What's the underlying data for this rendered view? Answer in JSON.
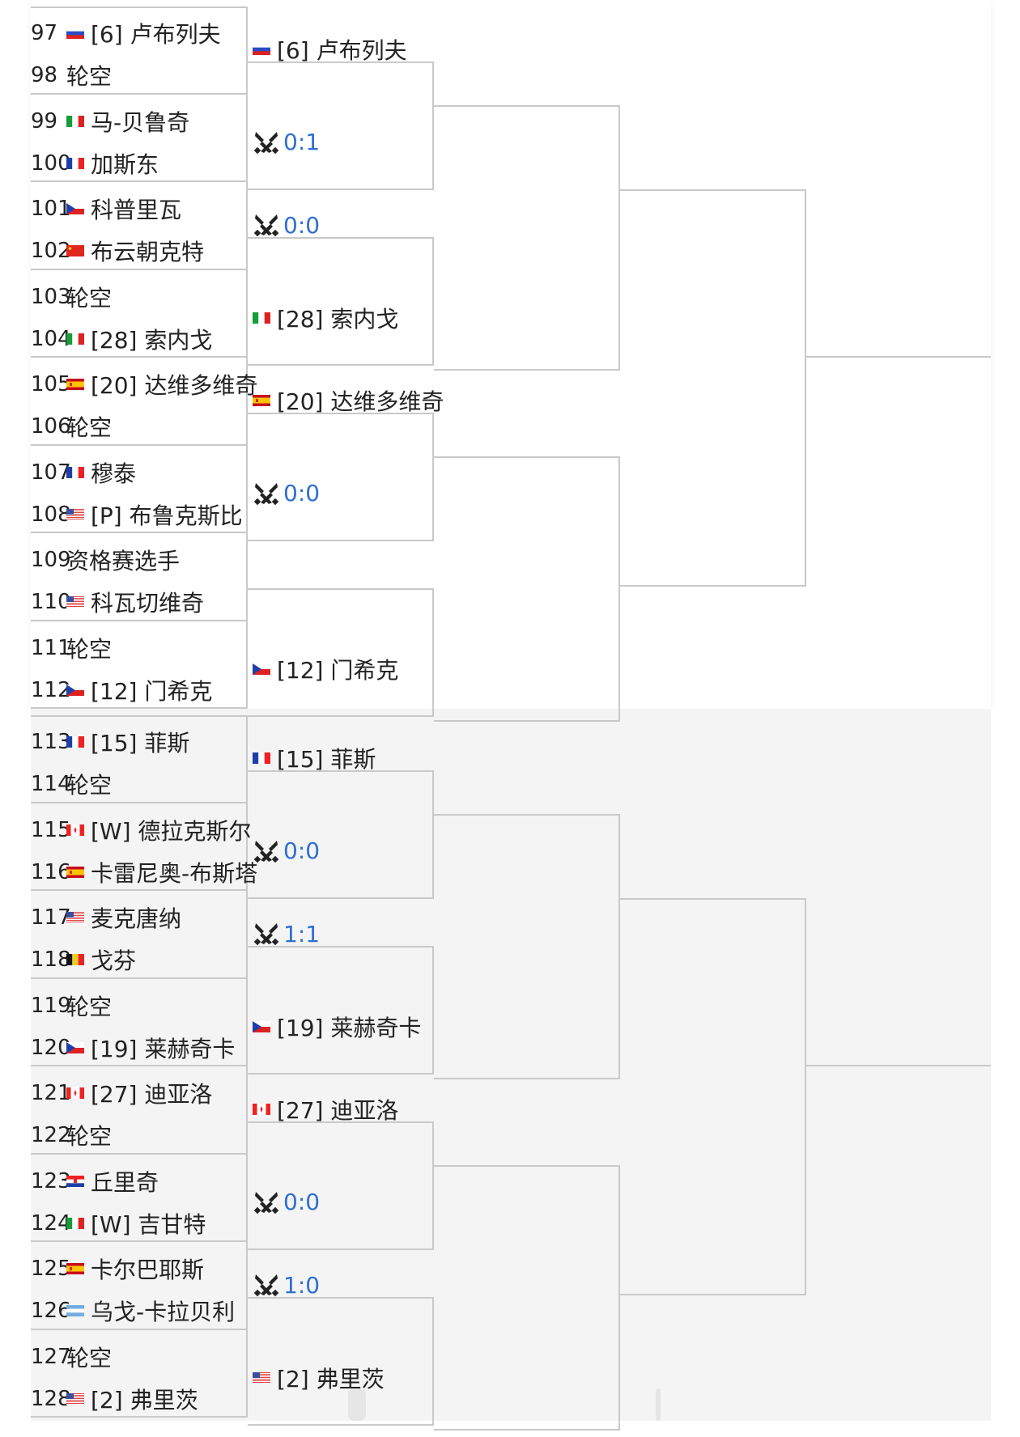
{
  "colors": {
    "score_blue": "#2f6fd0",
    "bracket_line": "#c9c9c9",
    "bottom_panel_bg": "#f4f4f4"
  },
  "round1": [
    {
      "no": "97",
      "flag": "russia",
      "name": "[6] 卢布列夫"
    },
    {
      "no": "98",
      "flag": "",
      "name": "轮空"
    },
    {
      "no": "99",
      "flag": "italy",
      "name": "马-贝鲁奇"
    },
    {
      "no": "100",
      "flag": "france",
      "name": "加斯东"
    },
    {
      "no": "101",
      "flag": "czech",
      "name": "科普里瓦"
    },
    {
      "no": "102",
      "flag": "china",
      "name": "布云朝克特"
    },
    {
      "no": "103",
      "flag": "",
      "name": "轮空"
    },
    {
      "no": "104",
      "flag": "italy",
      "name": "[28] 索内戈"
    },
    {
      "no": "105",
      "flag": "spain",
      "name": "[20] 达维多维奇"
    },
    {
      "no": "106",
      "flag": "",
      "name": "轮空"
    },
    {
      "no": "107",
      "flag": "france",
      "name": "穆泰"
    },
    {
      "no": "108",
      "flag": "usa",
      "name": "[P] 布鲁克斯比"
    },
    {
      "no": "109",
      "flag": "",
      "name": "资格赛选手"
    },
    {
      "no": "110",
      "flag": "usa",
      "name": "科瓦切维奇"
    },
    {
      "no": "111",
      "flag": "",
      "name": "轮空"
    },
    {
      "no": "112",
      "flag": "czech",
      "name": "[12] 门希克"
    },
    {
      "no": "113",
      "flag": "france",
      "name": "[15] 菲斯"
    },
    {
      "no": "114",
      "flag": "",
      "name": "轮空"
    },
    {
      "no": "115",
      "flag": "canada",
      "name": "[W] 德拉克斯尔"
    },
    {
      "no": "116",
      "flag": "spain",
      "name": "卡雷尼奥-布斯塔"
    },
    {
      "no": "117",
      "flag": "usa",
      "name": "麦克唐纳"
    },
    {
      "no": "118",
      "flag": "belgium",
      "name": "戈芬"
    },
    {
      "no": "119",
      "flag": "",
      "name": "轮空"
    },
    {
      "no": "120",
      "flag": "czech",
      "name": "[19] 莱赫奇卡"
    },
    {
      "no": "121",
      "flag": "canada",
      "name": "[27] 迪亚洛"
    },
    {
      "no": "122",
      "flag": "",
      "name": "轮空"
    },
    {
      "no": "123",
      "flag": "croatia",
      "name": "丘里奇"
    },
    {
      "no": "124",
      "flag": "italy",
      "name": "[W] 吉甘特"
    },
    {
      "no": "125",
      "flag": "spain",
      "name": "卡尔巴耶斯"
    },
    {
      "no": "126",
      "flag": "argentina",
      "name": "乌戈-卡拉贝利"
    },
    {
      "no": "127",
      "flag": "",
      "name": "轮空"
    },
    {
      "no": "128",
      "flag": "usa",
      "name": "[2] 弗里茨"
    }
  ],
  "round2": [
    {
      "type": "player",
      "flag": "russia",
      "name": "[6] 卢布列夫"
    },
    {
      "type": "score",
      "score": "0:1"
    },
    {
      "type": "score",
      "score": "0:0"
    },
    {
      "type": "player",
      "flag": "italy",
      "name": "[28] 索内戈"
    },
    {
      "type": "player",
      "flag": "spain",
      "name": "[20] 达维多维奇"
    },
    {
      "type": "score",
      "score": "0:0"
    },
    {
      "type": "empty"
    },
    {
      "type": "player",
      "flag": "czech",
      "name": "[12] 门希克"
    },
    {
      "type": "player",
      "flag": "france",
      "name": "[15] 菲斯"
    },
    {
      "type": "score",
      "score": "0:0"
    },
    {
      "type": "score",
      "score": "1:1"
    },
    {
      "type": "player",
      "flag": "czech",
      "name": "[19] 莱赫奇卡"
    },
    {
      "type": "player",
      "flag": "canada",
      "name": "[27] 迪亚洛"
    },
    {
      "type": "score",
      "score": "0:0"
    },
    {
      "type": "score",
      "score": "1:0"
    },
    {
      "type": "player",
      "flag": "usa",
      "name": "[2] 弗里茨"
    }
  ]
}
